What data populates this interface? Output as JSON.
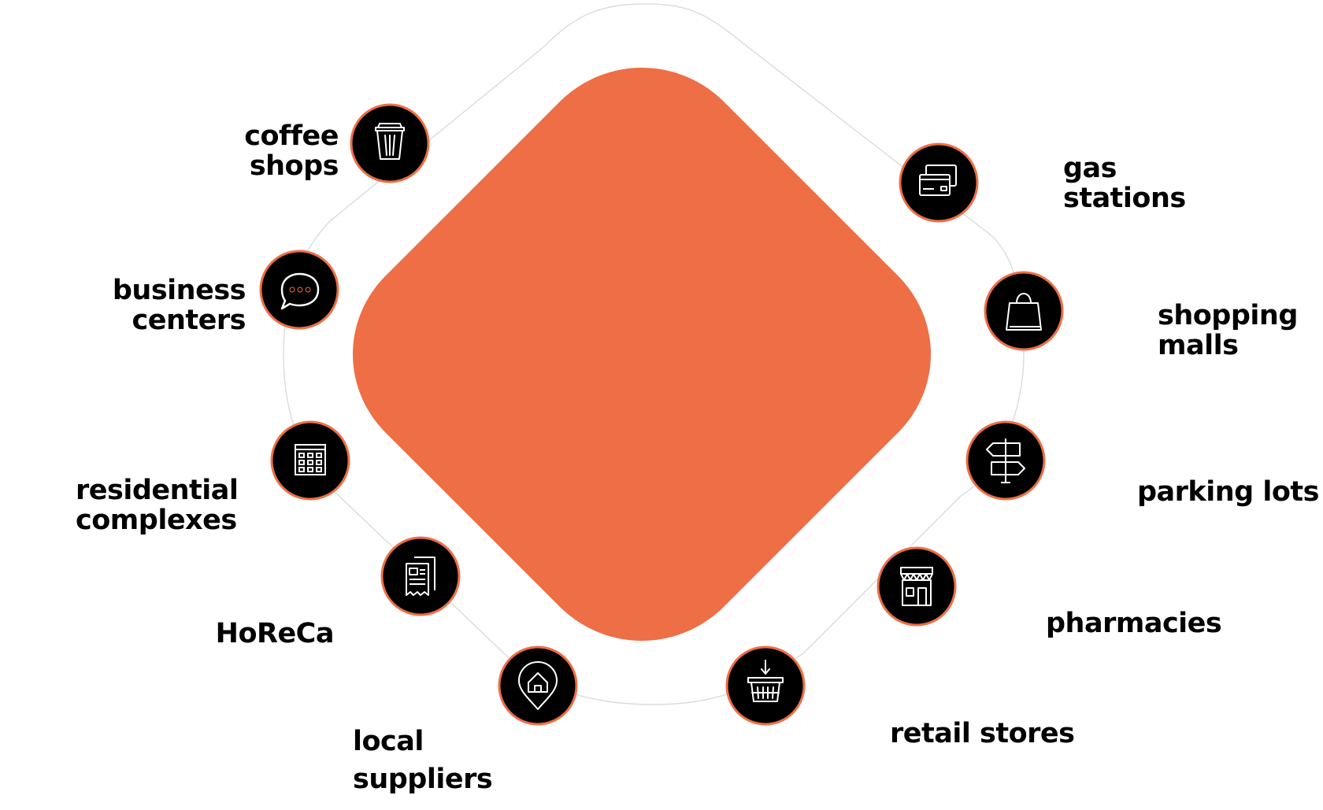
{
  "colors": {
    "accent": "#EE6E45",
    "node_fill": "#000000",
    "node_ring": "#EE6E45",
    "outline": "#DDDDDD",
    "icon_stroke": "#FFFFFF"
  },
  "nodes": [
    {
      "id": "coffee-shops",
      "lines": [
        "coffee",
        "shops"
      ],
      "icon": "coffee-cup-icon"
    },
    {
      "id": "business-centers",
      "lines": [
        "business",
        "centers"
      ],
      "icon": "speech-bubble-icon"
    },
    {
      "id": "residential-complexes",
      "lines": [
        "residential",
        "complexes"
      ],
      "icon": "building-icon"
    },
    {
      "id": "horeca",
      "lines": [
        "HoReCa"
      ],
      "icon": "receipt-icon"
    },
    {
      "id": "local-suppliers",
      "lines": [
        "local",
        "suppliers"
      ],
      "icon": "home-location-pin-icon"
    },
    {
      "id": "retail-stores",
      "lines": [
        "retail stores"
      ],
      "icon": "shopping-basket-icon"
    },
    {
      "id": "pharmacies",
      "lines": [
        "pharmacies"
      ],
      "icon": "storefront-icon"
    },
    {
      "id": "parking-lots",
      "lines": [
        "parking lots"
      ],
      "icon": "signpost-icon"
    },
    {
      "id": "shopping-malls",
      "lines": [
        "shopping",
        "malls"
      ],
      "icon": "shopping-bag-icon"
    },
    {
      "id": "gas-stations",
      "lines": [
        "gas",
        "stations"
      ],
      "icon": "payment-card-icon"
    }
  ]
}
